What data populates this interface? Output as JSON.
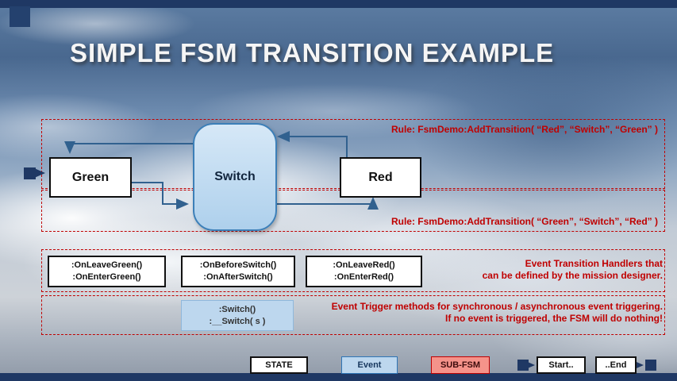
{
  "slide": {
    "title": "SIMPLE FSM TRANSITION EXAMPLE"
  },
  "rules": {
    "red_to_green": "Rule: FsmDemo:AddTransition( “Red”, “Switch”, “Green” )",
    "green_to_red": "Rule: FsmDemo:AddTransition( “Green”, “Switch”, “Red” )"
  },
  "states": {
    "green": "Green",
    "switch": "Switch",
    "red": "Red"
  },
  "handlers": {
    "green": {
      "line1": ":OnLeaveGreen()",
      "line2": ":OnEnterGreen()"
    },
    "switch": {
      "line1": ":OnBeforeSwitch()",
      "line2": ":OnAfterSwitch()"
    },
    "red": {
      "line1": ":OnLeaveRed()",
      "line2": ":OnEnterRed()"
    },
    "note_line1": "Event Transition Handlers that",
    "note_line2": "can be defined by the mission designer."
  },
  "triggers": {
    "line1": ":Switch()",
    "line2": ":__Switch( s )",
    "note_line1": "Event Trigger methods for synchronous / asynchronous  event triggering.",
    "note_line2": "If no event is triggered, the FSM will do nothing!"
  },
  "legend": {
    "state": "STATE",
    "event": "Event",
    "subfsm": "SUB-FSM",
    "start": "Start..",
    "end": "..End"
  },
  "colors": {
    "accent_navy": "#1F3864",
    "rule_red": "#C00000",
    "event_blue_fill": "#BDD7EE",
    "event_blue_border": "#2E75B6",
    "subfsm_fill": "#F5938A",
    "arrow_blue": "#31618F"
  }
}
